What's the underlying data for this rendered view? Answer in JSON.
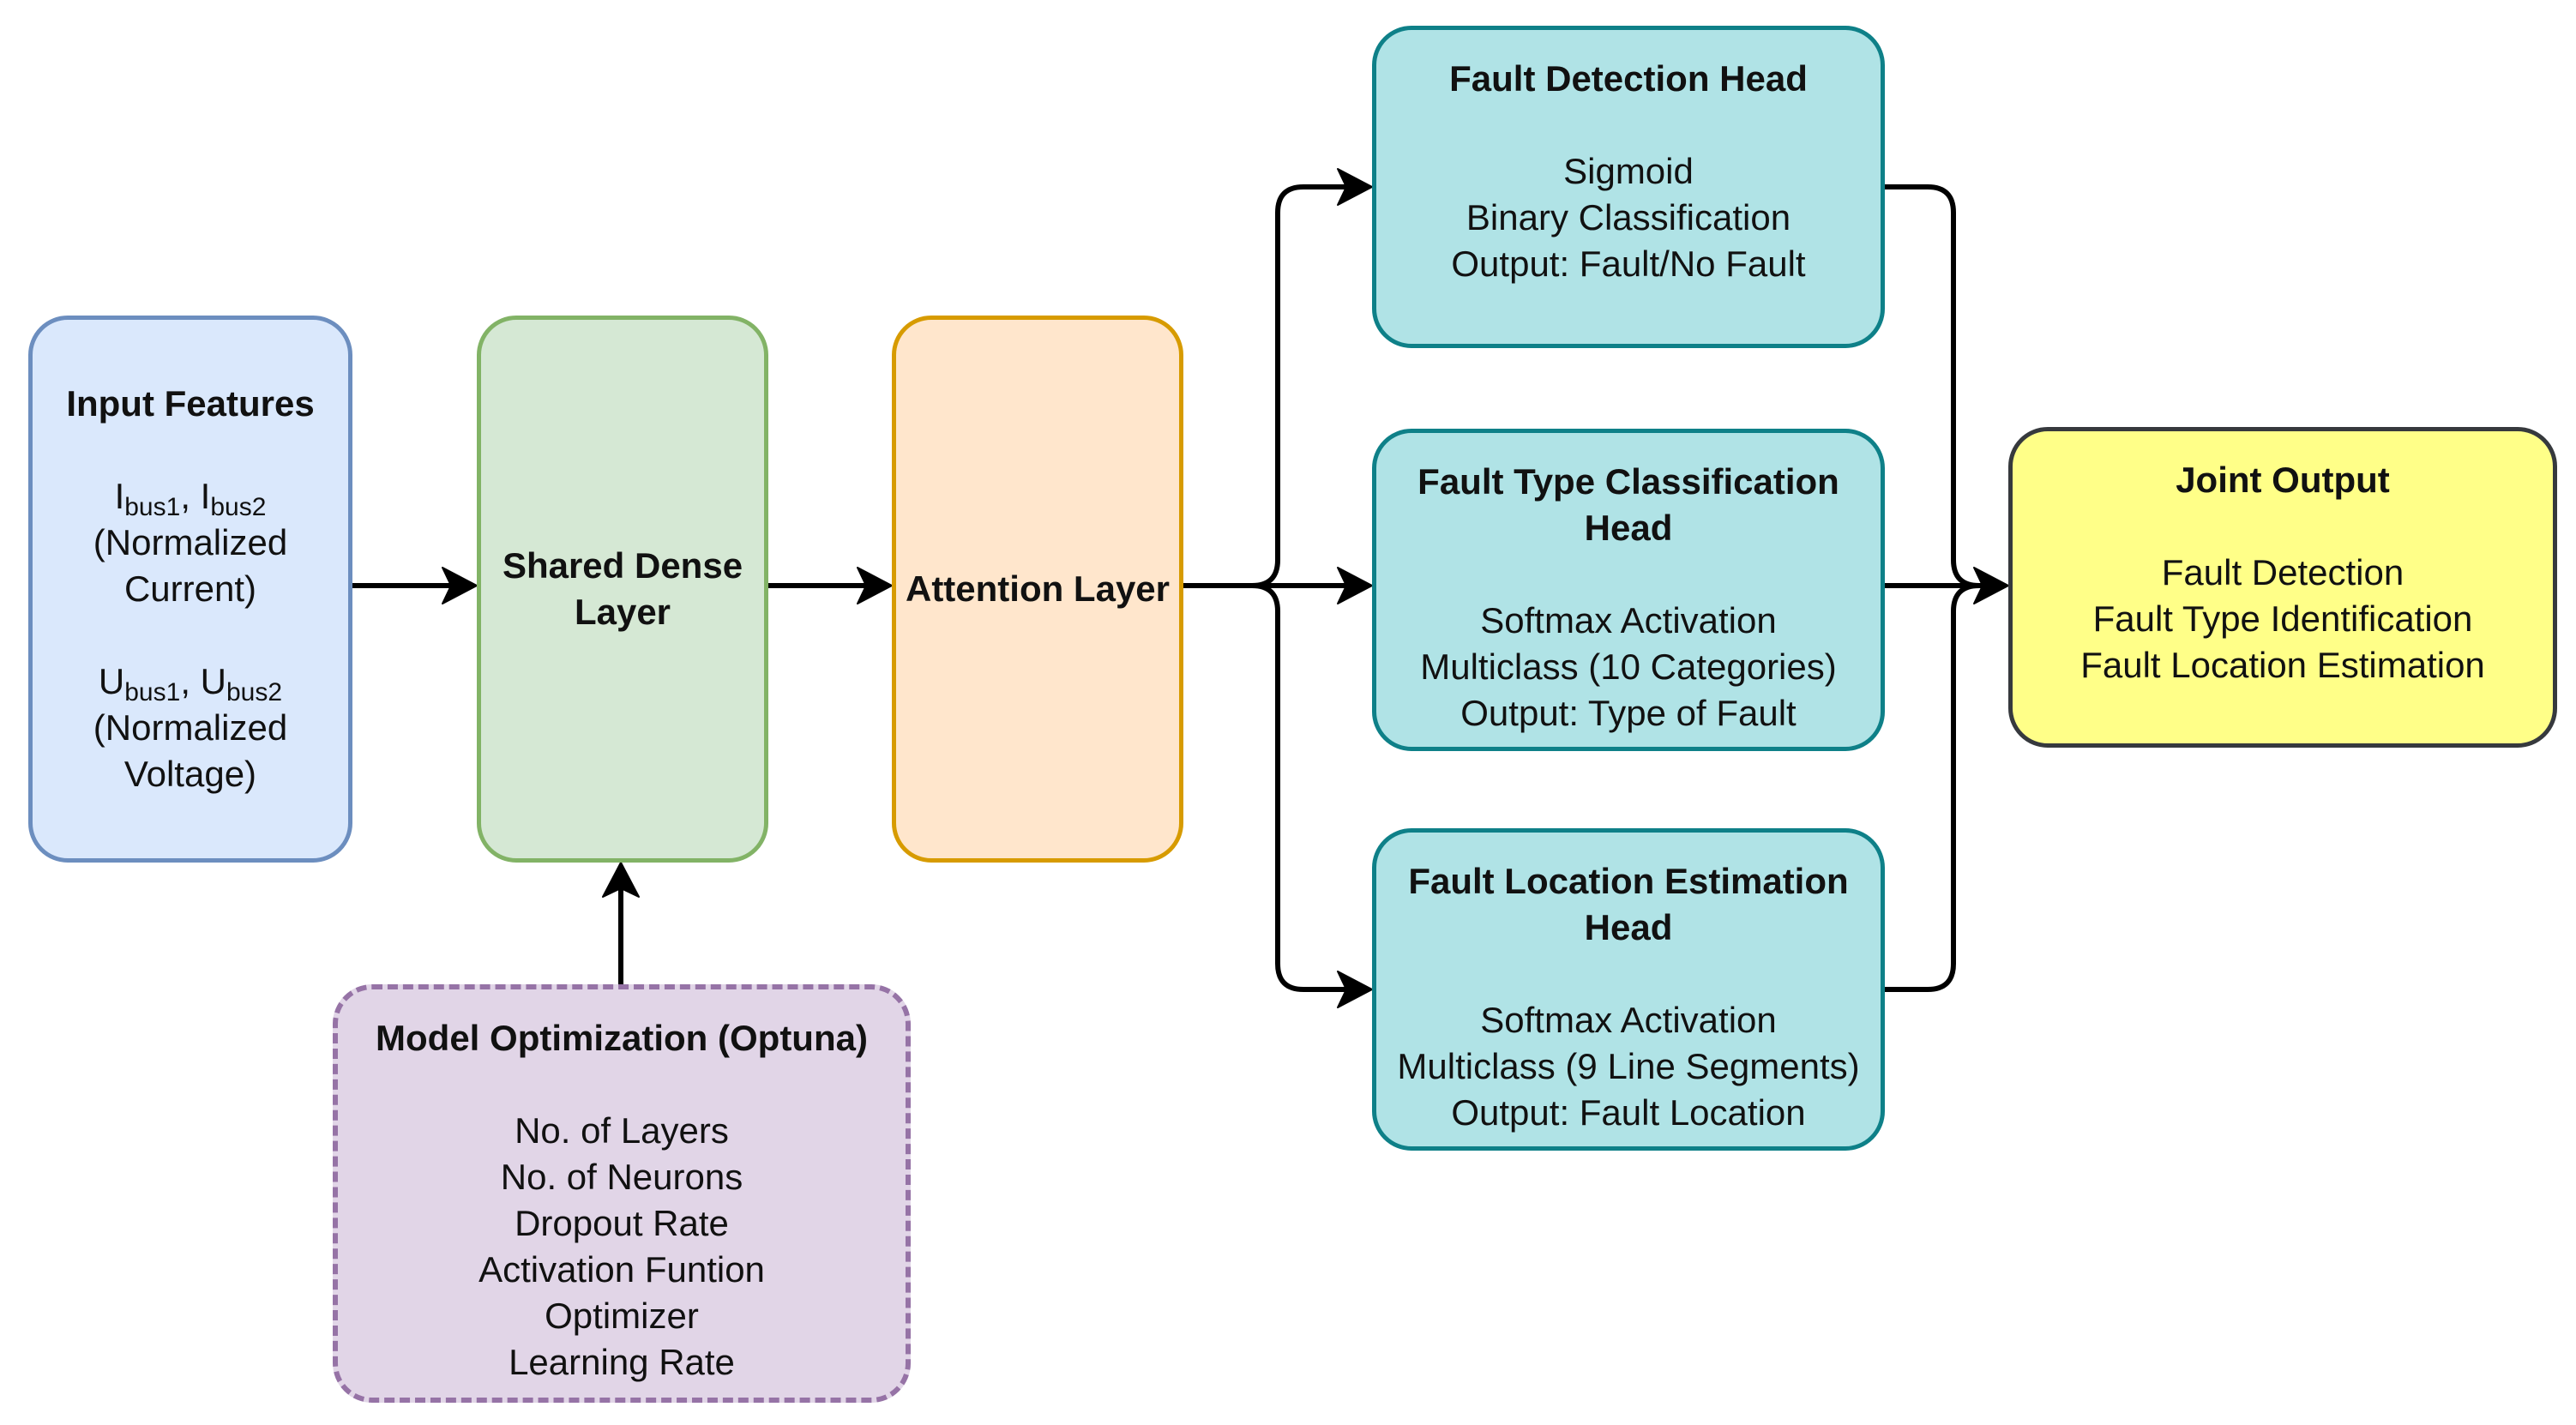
{
  "input": {
    "title": "Input Features",
    "current_main_1": "I",
    "current_sub_1": "bus1",
    "current_sep": ", ",
    "current_main_2": "I",
    "current_sub_2": "bus2",
    "current_desc_1": "(Normalized",
    "current_desc_2": "Current)",
    "voltage_main_1": "U",
    "voltage_sub_1": "bus1",
    "voltage_sep": ", ",
    "voltage_main_2": "U",
    "voltage_sub_2": "bus2",
    "voltage_desc_1": "(Normalized",
    "voltage_desc_2": "Voltage)"
  },
  "shared": {
    "title_1": "Shared Dense",
    "title_2": "Layer"
  },
  "attention": {
    "title": "Attention Layer"
  },
  "optuna": {
    "title": "Model Optimization (Optuna)",
    "items": [
      "No. of Layers",
      "No. of Neurons",
      "Dropout Rate",
      "Activation Funtion",
      "Optimizer",
      "Learning Rate"
    ]
  },
  "heads": {
    "detection": {
      "title_1": "Fault Detection Head",
      "title_2": "",
      "lines": [
        "Sigmoid",
        "Binary Classification",
        "Output: Fault/No Fault"
      ]
    },
    "type": {
      "title_1": "Fault Type Classification",
      "title_2": "Head",
      "lines": [
        "Softmax Activation",
        "Multiclass (10 Categories)",
        "Output: Type of Fault"
      ]
    },
    "location": {
      "title_1": "Fault Location Estimation",
      "title_2": "Head",
      "lines": [
        "Softmax Activation",
        "Multiclass (9 Line Segments)",
        "Output: Fault Location"
      ]
    }
  },
  "joint": {
    "title": "Joint Output",
    "lines": [
      "Fault Detection",
      "Fault Type Identification",
      "Fault Location Estimation"
    ]
  },
  "colors": {
    "input_fill": "#dae8fc",
    "input_stroke": "#6c8ebf",
    "shared_fill": "#d5e8d4",
    "shared_stroke": "#82b366",
    "attention_fill": "#ffe6cc",
    "attention_stroke": "#d79b00",
    "optuna_fill": "#e1d5e7",
    "optuna_stroke": "#9673a6",
    "head_fill": "#b0e3e6",
    "head_stroke": "#0e8088",
    "joint_fill": "#ffff88",
    "joint_stroke": "#36393d",
    "edge": "#000000"
  }
}
